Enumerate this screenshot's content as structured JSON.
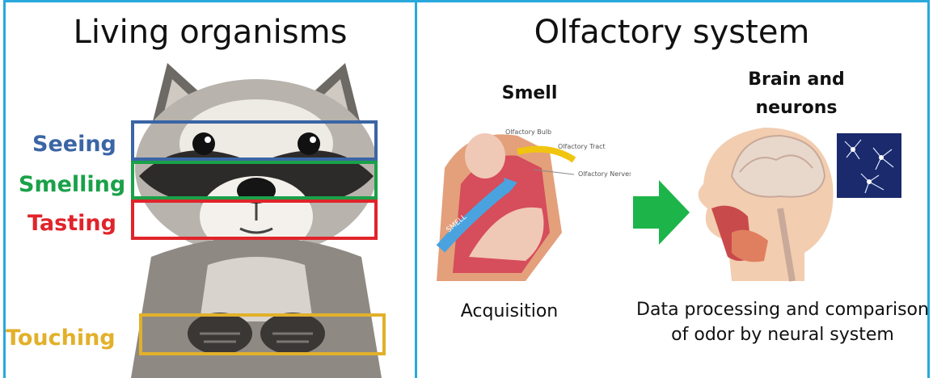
{
  "left": {
    "title": "Living organisms",
    "senses": [
      {
        "label": "Seeing",
        "color": "#3b65a5"
      },
      {
        "label": "Smelling",
        "color": "#1aa149"
      },
      {
        "label": "Tasting",
        "color": "#e0242b"
      },
      {
        "label": "Touching",
        "color": "#e2b02a"
      }
    ],
    "image": "raccoon-photo"
  },
  "right": {
    "title": "Olfactory system",
    "smell_label": "Smell",
    "brain_label": "Brain and neurons",
    "nose_diagram": {
      "labels": [
        "Olfactory Bulb",
        "Olfactory Tract",
        "Olfactory Nerves"
      ],
      "arrow_text": "SMELL"
    },
    "arrow_color": "#1db54a",
    "acquisition_caption": "Acquisition",
    "processing_caption": "Data processing and comparison of odor by neural system"
  }
}
